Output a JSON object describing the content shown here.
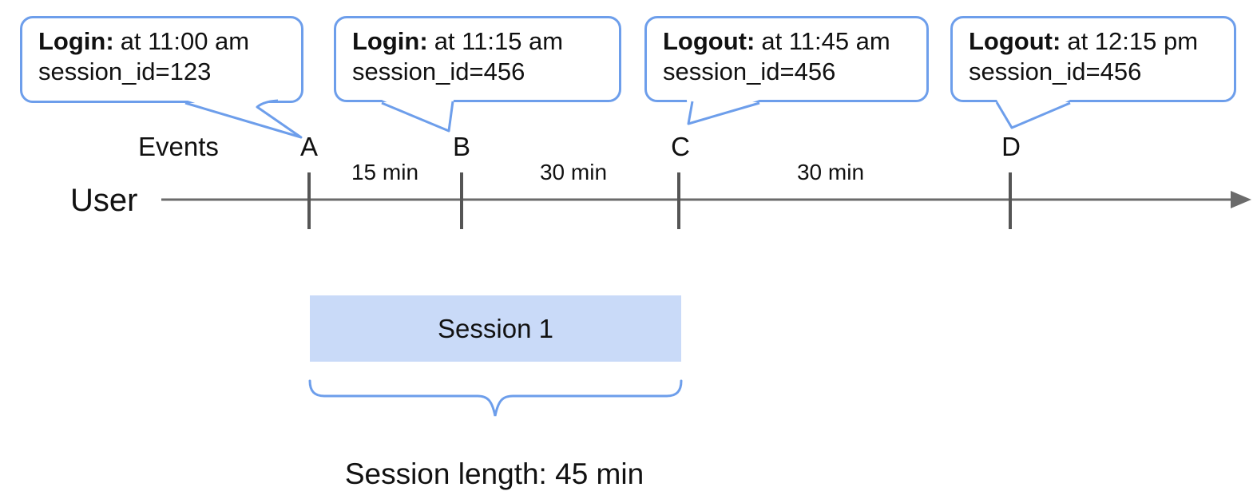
{
  "events": [
    {
      "tick": "A",
      "label": "Login:",
      "time": "at 11:00 am",
      "session": "session_id=123"
    },
    {
      "tick": "B",
      "label": "Login:",
      "time": "at 11:15 am",
      "session": "session_id=456"
    },
    {
      "tick": "C",
      "label": "Logout:",
      "time": "at 11:45 am",
      "session": "session_id=456"
    },
    {
      "tick": "D",
      "label": "Logout:",
      "time": "at 12:15 pm",
      "session": "session_id=456"
    }
  ],
  "timeline": {
    "events_label": "Events",
    "user_label": "User",
    "intervals": [
      {
        "label": "15 min"
      },
      {
        "label": "30 min"
      },
      {
        "label": "30 min"
      }
    ]
  },
  "session": {
    "label": "Session 1",
    "length_label": "Session length: 45 min"
  },
  "colors": {
    "callout_blue": "#6d9eeb",
    "session_fill": "#c9daf8",
    "axis_gray": "#6b6b6b",
    "tick_gray": "#555555",
    "text_black": "#111111"
  }
}
